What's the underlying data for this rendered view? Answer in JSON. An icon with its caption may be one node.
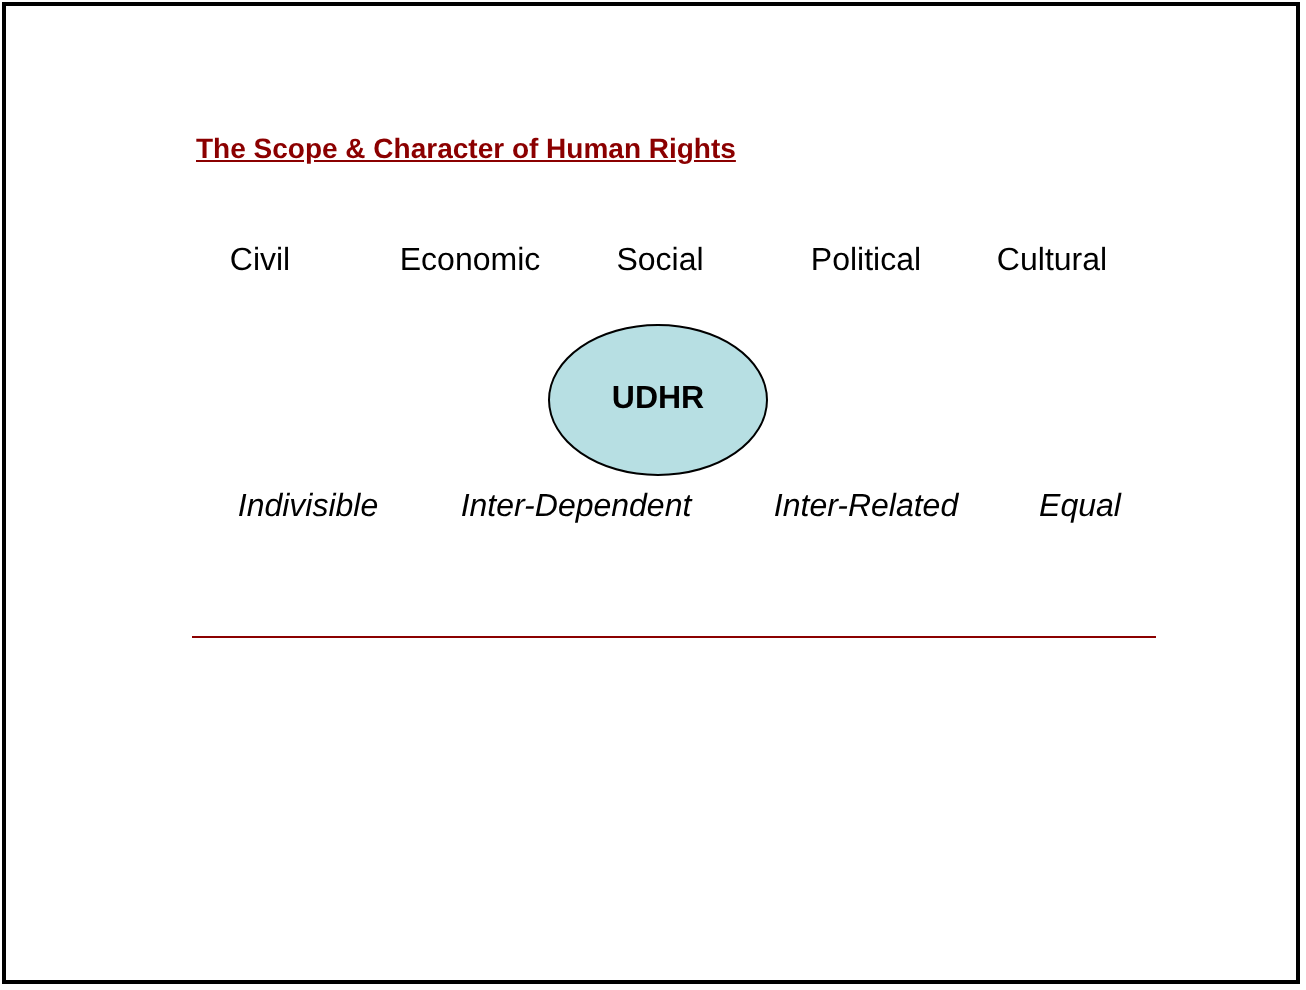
{
  "diagram": {
    "title": "The Scope & Character of Human Rights",
    "nodes": [
      {
        "text": [
          "UDHR"
        ]
      }
    ],
    "labels": [
      "Civil",
      "Economic",
      "Social",
      "Political",
      "Cultural",
      "Indivisible",
      "Inter-Dependent",
      "Inter-Related",
      "Equal"
    ]
  }
}
